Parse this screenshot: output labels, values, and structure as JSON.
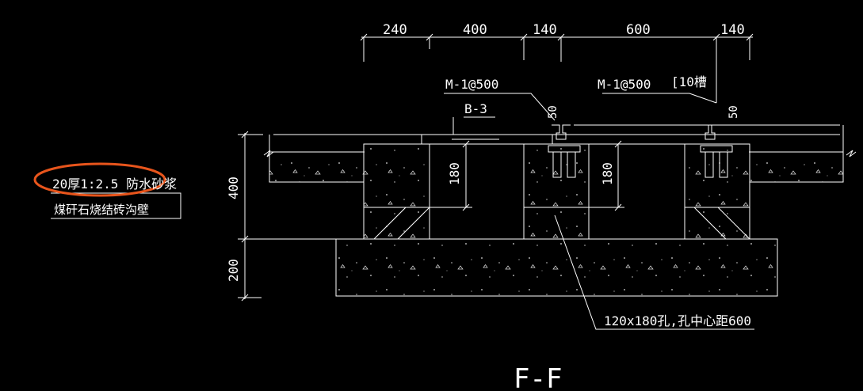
{
  "dimensions_top": [
    "240",
    "400",
    "140",
    "600",
    "140"
  ],
  "dimensions_left": [
    "400",
    "200"
  ],
  "dimensions_inner": [
    "180",
    "180"
  ],
  "dimensions_small": [
    "50",
    "50"
  ],
  "labels": {
    "m1_left": "M-1@500",
    "m1_right": "M-1@500",
    "channel": "[10槽",
    "b3": "B-3",
    "mortar": "20厚1:2.5 防水砂浆",
    "wall": "煤矸石烧结砖沟壁",
    "holes": "120x180孔,孔中心距600",
    "section": "F-F"
  },
  "colors": {
    "background": "#000000",
    "line": "#ffffff",
    "highlight": "#e8551c"
  }
}
